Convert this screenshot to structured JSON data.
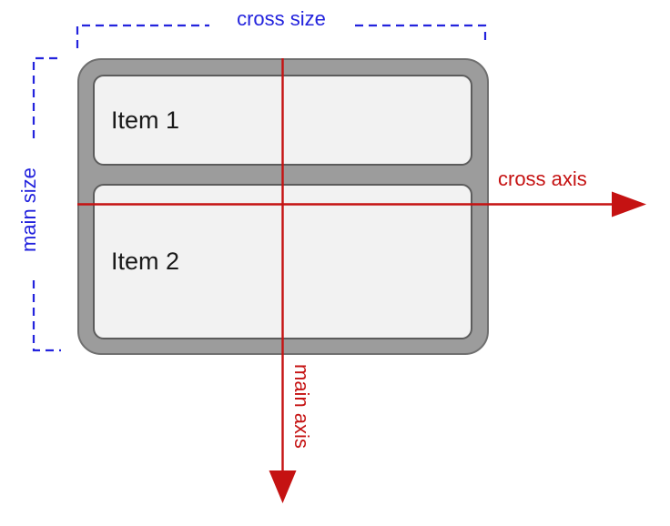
{
  "colors": {
    "blue": "#2323dd",
    "red": "#c51212",
    "container_gray": "#9c9c9c",
    "container_border": "#6f6f6f",
    "item_gray": "#f2f2f2",
    "item_border": "#5c5c5c",
    "item_text": "#1a1a1a"
  },
  "diagram": {
    "items": [
      {
        "label": "Item 1"
      },
      {
        "label": "Item 2"
      }
    ],
    "labels": {
      "cross_size": "cross size",
      "main_size": "main size",
      "cross_axis": "cross axis",
      "main_axis": "main axis"
    }
  }
}
